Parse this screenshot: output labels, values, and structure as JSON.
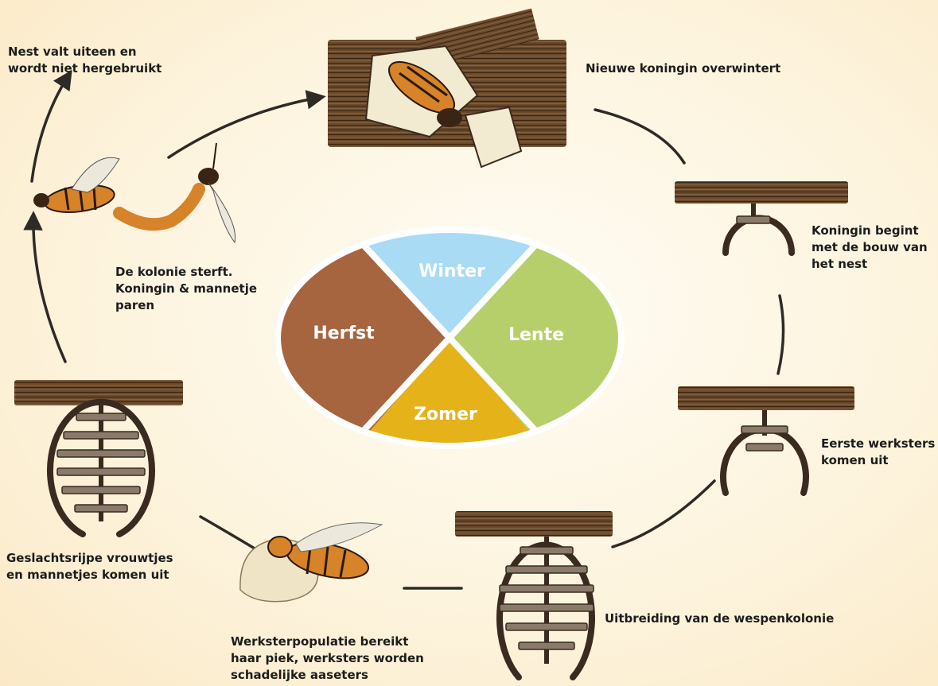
{
  "colors": {
    "winter": "#a9dbf5",
    "lente": "#b6cf6a",
    "zomer": "#e5b21a",
    "herfst": "#a7653f",
    "wood": "#5a3a22",
    "line": "#3a2a20"
  },
  "seasons": {
    "winter": "Winter",
    "lente": "Lente",
    "zomer": "Zomer",
    "herfst": "Herfst"
  },
  "stages": {
    "nest_falls": "Nest valt uiteen en\nwordt niet hergebruikt",
    "queen_overwinters": "Nieuwe koningin overwintert",
    "queen_builds": "Koningin begint\nmet de bouw van\nhet nest",
    "first_workers": "Eerste werksters\nkomen uit",
    "colony_expands": "Uitbreiding van de wespenkolonie",
    "worker_peak": "Werksterpopulatie bereikt\nhaar piek, werksters worden\nschadelijke aaseters",
    "sexual_emerge": "Geslachtsrijpe vrouwtjes\nen mannetjes komen uit",
    "colony_dies": "De kolonie sterft.\nKoningin & mannetje\nparen"
  }
}
